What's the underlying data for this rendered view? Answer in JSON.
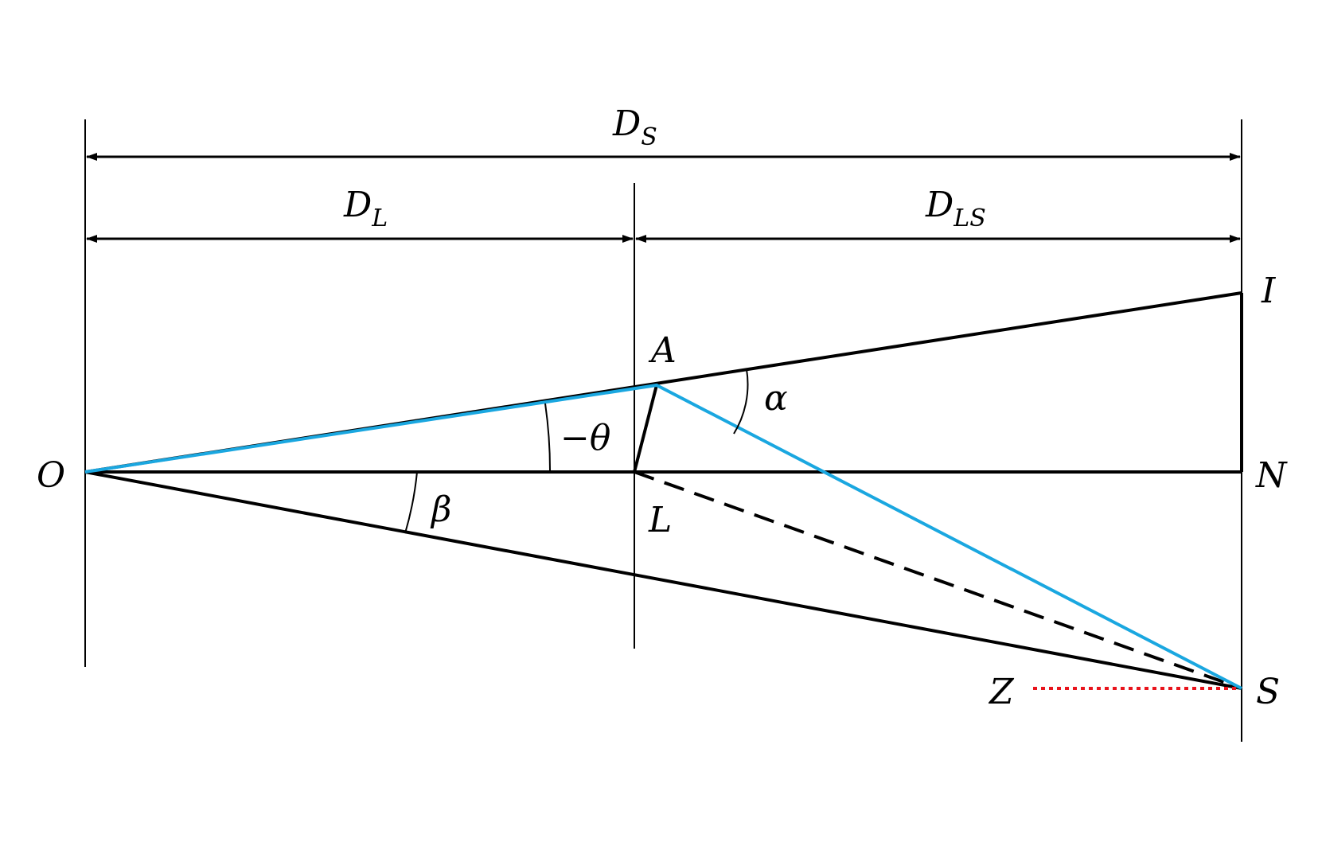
{
  "labels": {
    "O": "O",
    "N": "N",
    "I": "I",
    "A": "A",
    "L": "L",
    "S": "S",
    "Z": "Z",
    "alpha": "α",
    "beta": "β",
    "theta": "−θ",
    "D": "D",
    "DS_sub": "S",
    "DL_sub": "L",
    "DLS_sub": "LS"
  },
  "colors": {
    "black": "#000000",
    "ray": "#1aa7e0",
    "source_offset": "#e8141c"
  }
}
